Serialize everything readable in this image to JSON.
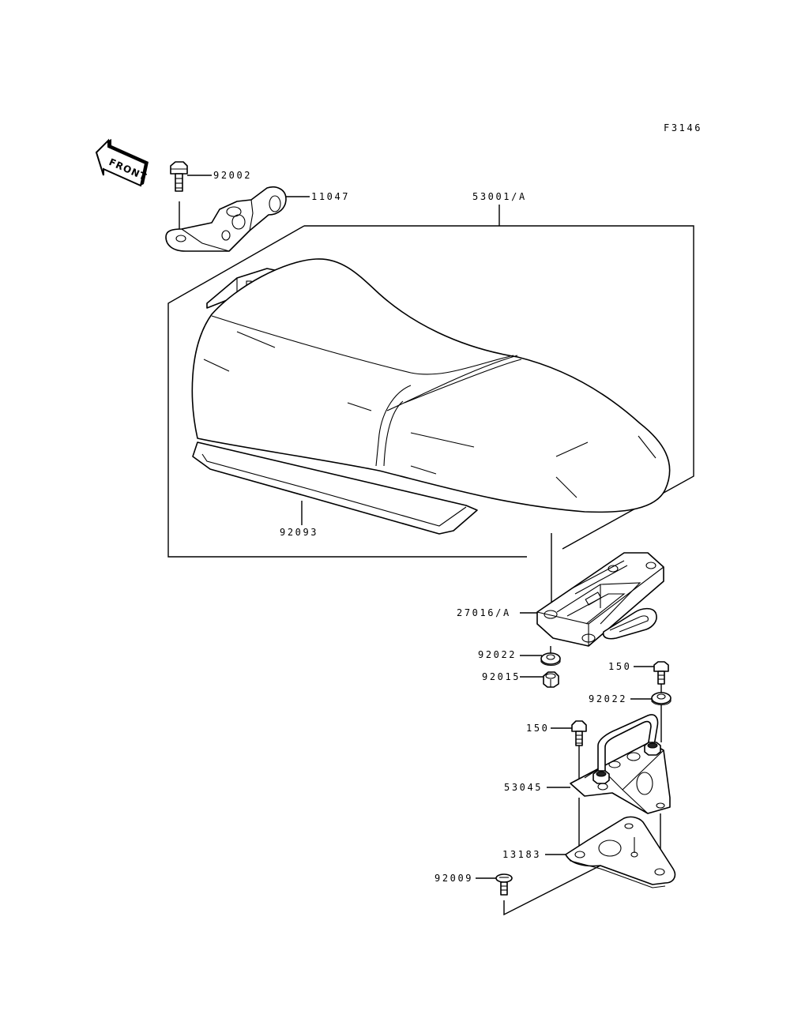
{
  "figure_code": "F3146",
  "front_label": "FRONT",
  "parts": {
    "p92002": "92002",
    "p11047": "11047",
    "p53001": "53001/A",
    "p92093": "92093",
    "p27016": "27016/A",
    "p92022a": "92022",
    "p92015": "92015",
    "p150a": "150",
    "p92022b": "92022",
    "p150b": "150",
    "p53045": "53045",
    "p13183": "13183",
    "p92009": "92009"
  }
}
